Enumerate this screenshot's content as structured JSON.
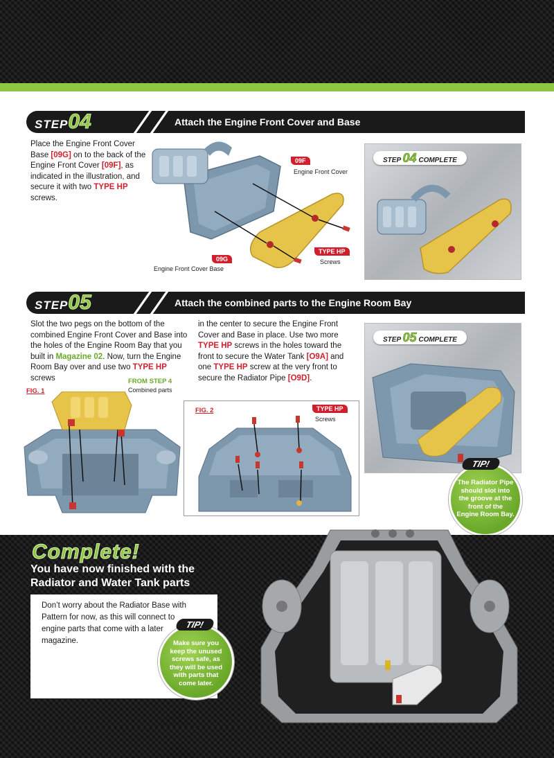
{
  "step04": {
    "step_word": "STEP",
    "step_number": "04",
    "title": "Attach the Engine Front Cover and Base",
    "instructions": {
      "t1": "Place the Engine Front Cover Base ",
      "r1": "[09G]",
      "t2": " on to the back of the Engine Front Cover ",
      "r2": "[09F]",
      "t3": ", as indicated in the illustration, and secure it with two ",
      "r3": "TYPE HP",
      "t4": " screws."
    },
    "callouts": {
      "tag_09f": "09F",
      "label_09f": "Engine Front Cover",
      "tag_09g": "09G",
      "label_09g": "Engine Front Cover Base",
      "tag_hp": "TYPE HP",
      "label_hp": "Screws"
    },
    "complete_badge": {
      "step_word": "STEP",
      "number": "04",
      "word": "COMPLETE"
    }
  },
  "step05": {
    "step_word": "STEP",
    "step_number": "05",
    "title": "Attach the combined parts to the Engine Room Bay",
    "col1": {
      "t1": "Slot the two pegs on the bottom of the combined Engine Front Cover and Base into the holes of the Engine Room Bay that you built in ",
      "g1": "Magazine 02",
      "t2": ". Now, turn the Engine Room Bay over and use two ",
      "r1": "TYPE HP",
      "t3": " screws"
    },
    "col2": {
      "t1": "in the center to secure the Engine Front Cover and Base in place. Use two more ",
      "r1": "TYPE HP",
      "t2": " screws in the holes toward the front to secure the Water Tank ",
      "r2": "[O9A]",
      "t3": " and one ",
      "r3": "TYPE HP",
      "t4": " screw at the very front to secure the Radiator Pipe ",
      "r4": "[O9D]",
      "t5": "."
    },
    "fig1": {
      "label": "FIG. 1",
      "from_step": "FROM STEP 4",
      "from_step_sub": "Combined parts"
    },
    "fig2": {
      "label": "FIG. 2",
      "tag_hp": "TYPE HP",
      "label_hp": "Screws"
    },
    "complete_badge": {
      "step_word": "STEP",
      "number": "05",
      "word": "COMPLETE"
    },
    "tip": {
      "label": "TIP!",
      "text": "The Radiator Pipe should slot into the groove at the front of the Engine Room Bay."
    }
  },
  "complete": {
    "heading": "Complete!",
    "subheading": "You have now finished with the Radiator and Water Tank parts",
    "body": "Don’t worry about the Radiator Base with Pattern for now, as this will connect to engine parts that come  with a later magazine.",
    "tip": {
      "label": "TIP!",
      "text": "Make sure you keep the unused screws safe, as they will be used with parts that come later."
    }
  },
  "colors": {
    "accent_green": "#8dc63f",
    "accent_red": "#d0202e",
    "part_blue": "#7d97ad",
    "part_gold": "#e6c44a"
  }
}
